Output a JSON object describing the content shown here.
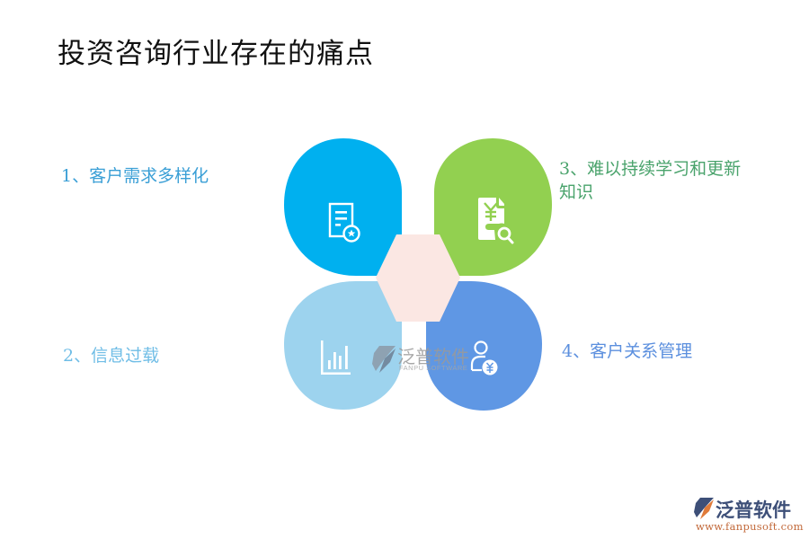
{
  "title": "投资咨询行业存在的痛点",
  "colors": {
    "petal_top_left": "#00b0ef",
    "petal_top_right": "#92d050",
    "petal_bottom_left": "#9dd3ee",
    "petal_bottom_right": "#5f97e4",
    "hexagon": "#fbe7e3",
    "label_1": "#3a9fd6",
    "label_2": "#6fbde6",
    "label_3": "#4aa36c",
    "label_4": "#5b8fde"
  },
  "items": [
    {
      "label": "1、客户需求多样化",
      "icon": "document-star-icon"
    },
    {
      "label": "2、信息过载",
      "icon": "bar-chart-icon"
    },
    {
      "label": "3、难以持续学习和更新知识",
      "label_line1": "3、难以持续学习和更新",
      "label_line2": "知识",
      "icon": "yen-document-search-icon"
    },
    {
      "label": "4、客户关系管理",
      "icon": "user-yen-icon"
    }
  ],
  "watermark": {
    "cn": "泛普软件",
    "en": "FANPU SOFTWARE"
  },
  "brand": {
    "cn": "泛普软件",
    "url": "www.fanpusoft.com"
  }
}
